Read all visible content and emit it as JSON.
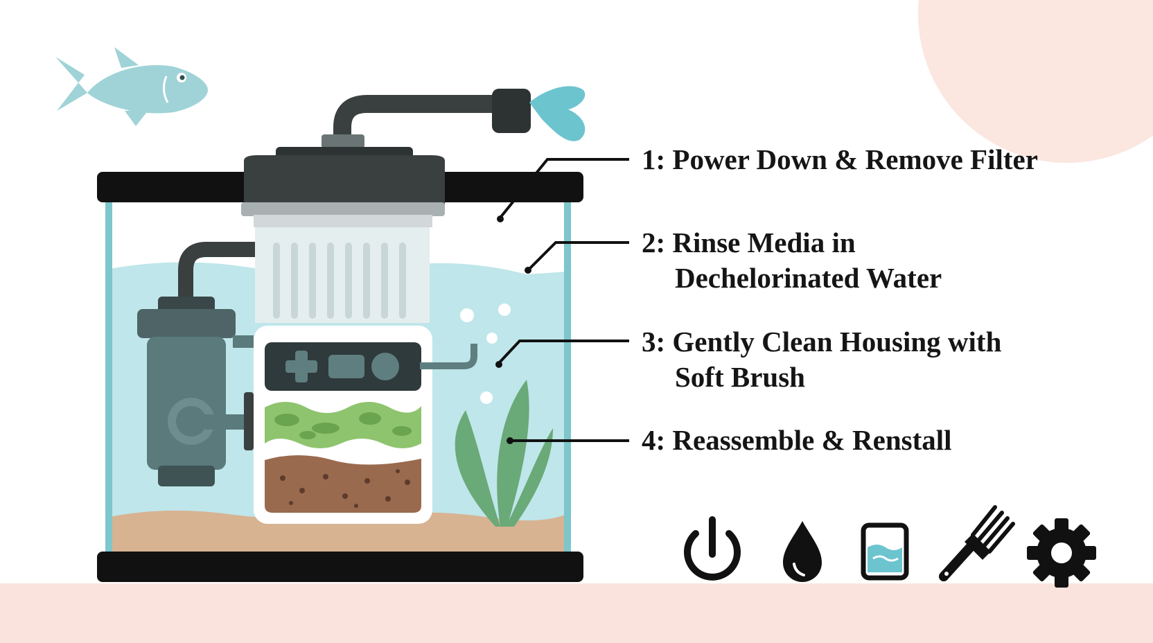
{
  "steps": [
    {
      "lines": [
        "1: Power Down & Remove Filter"
      ]
    },
    {
      "lines": [
        "2: Rinse Media in",
        "Dechelorinated Water"
      ]
    },
    {
      "lines": [
        "3: Gently Clean Housing with",
        "Soft Brush"
      ]
    },
    {
      "lines": [
        "4: Reassemble & Renstall"
      ]
    }
  ],
  "icons": [
    "power-icon",
    "water-drop-icon",
    "water-container-icon",
    "brush-icon",
    "gear-icon"
  ],
  "colors": {
    "water": "#bfe6ea",
    "glass_edge": "#7cc6cc",
    "tank_frame": "#111111",
    "sand": "#d7b392",
    "floor": "#fbe3dd",
    "fish": "#9fd3d7",
    "plant": "#6aa978",
    "filter_dark": "#3a3f40",
    "pump": "#5a7a7c",
    "sponge": "#8fc46e",
    "gravel": "#9a6a4f"
  }
}
